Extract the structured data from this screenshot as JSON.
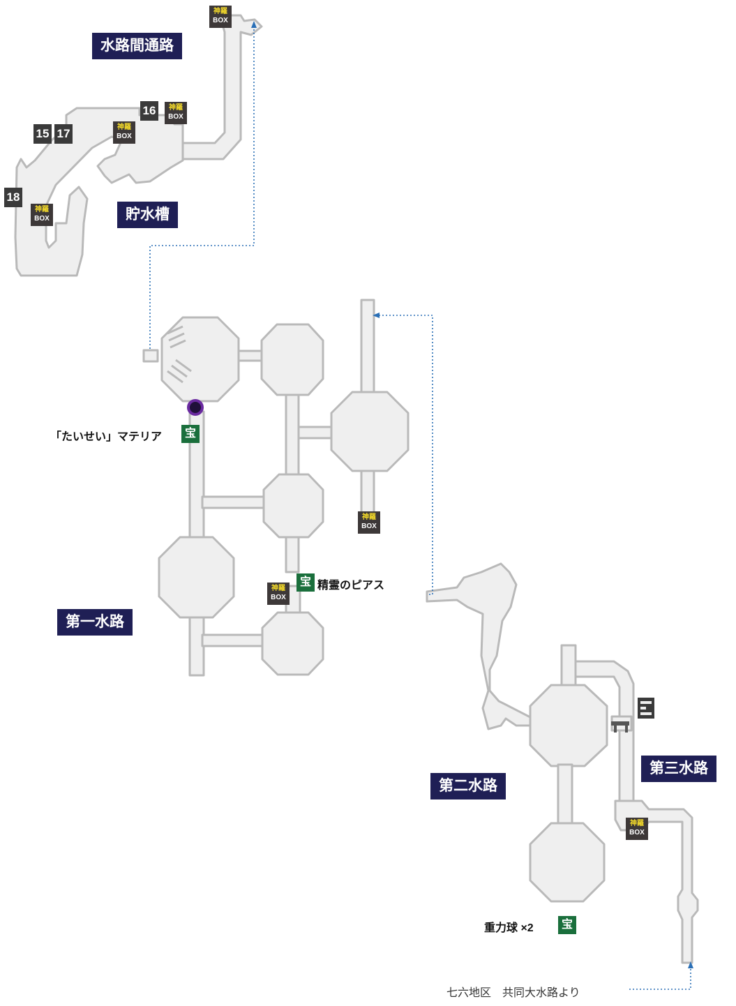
{
  "areas": {
    "suiro_kan": "水路間通路",
    "chosuiso": "貯水槽",
    "daiichi": "第一水路",
    "daini": "第二水路",
    "daisan": "第三水路"
  },
  "box": {
    "kanji": "神羅",
    "latin": "BOX"
  },
  "numbers": [
    "15",
    "17",
    "16",
    "18"
  ],
  "treasure_symbol": "宝",
  "captions": {
    "taisei": "「たいせい」マテリア",
    "seirei": "精霊のピアス",
    "juryoku": "重力球 ×2"
  },
  "note": "七六地区　共同大水路より",
  "colors": {
    "room": "#efefef",
    "route": "#2a6fb6",
    "label_bg": "#1f1f55",
    "treasure": "#1a6f3c"
  }
}
